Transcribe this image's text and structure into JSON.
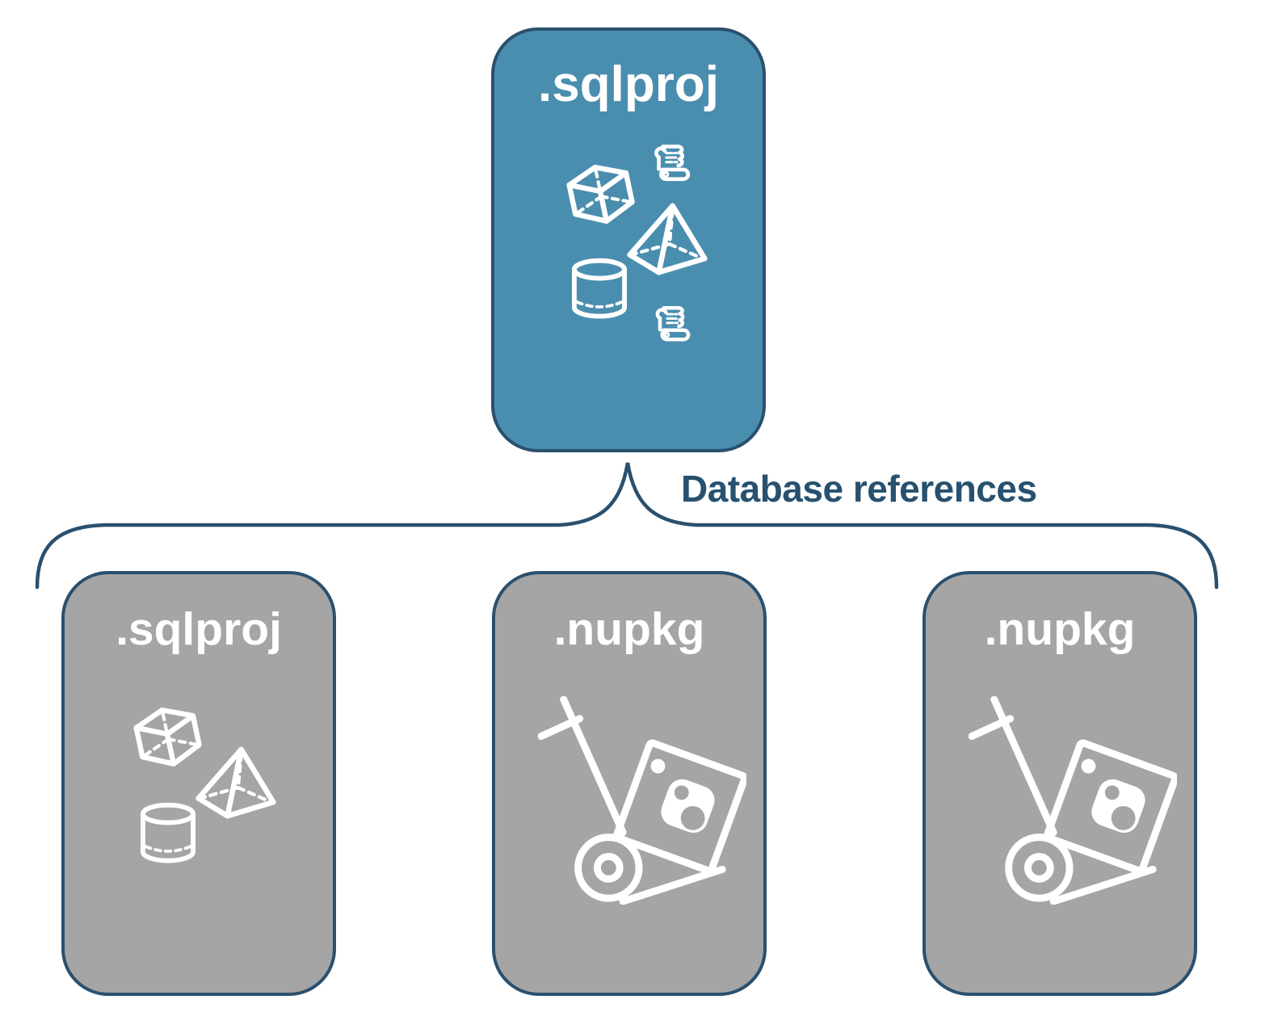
{
  "colors": {
    "background": "#FFFFFF",
    "root_fill": "#4A8EAF",
    "child_fill": "#A5A5A5",
    "outline": "#2A506E",
    "node_label": "#FFFFFF",
    "connector_label": "#27516F",
    "icon_stroke": "#FFFFFF"
  },
  "root_node": {
    "label": ".sqlproj",
    "icons": [
      "sql-script",
      "cube",
      "pyramid",
      "cylinder",
      "sql-script"
    ]
  },
  "connector": {
    "label": "Database references"
  },
  "child_nodes": [
    {
      "label": ".sqlproj",
      "icons": [
        "cube",
        "pyramid",
        "cylinder"
      ]
    },
    {
      "label": ".nupkg",
      "icons": [
        "package-hand-truck"
      ]
    },
    {
      "label": ".nupkg",
      "icons": [
        "package-hand-truck"
      ]
    }
  ]
}
